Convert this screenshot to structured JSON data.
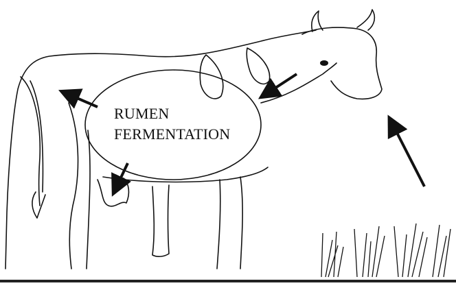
{
  "diagram": {
    "label_line1": "RUMEN",
    "label_line2": "FERMENTATION"
  },
  "colors": {
    "ink": "#111111",
    "background": "#ffffff",
    "ground": "#222222"
  },
  "icons": [
    "cow-illustration",
    "grass-tufts",
    "arrow-icon"
  ]
}
